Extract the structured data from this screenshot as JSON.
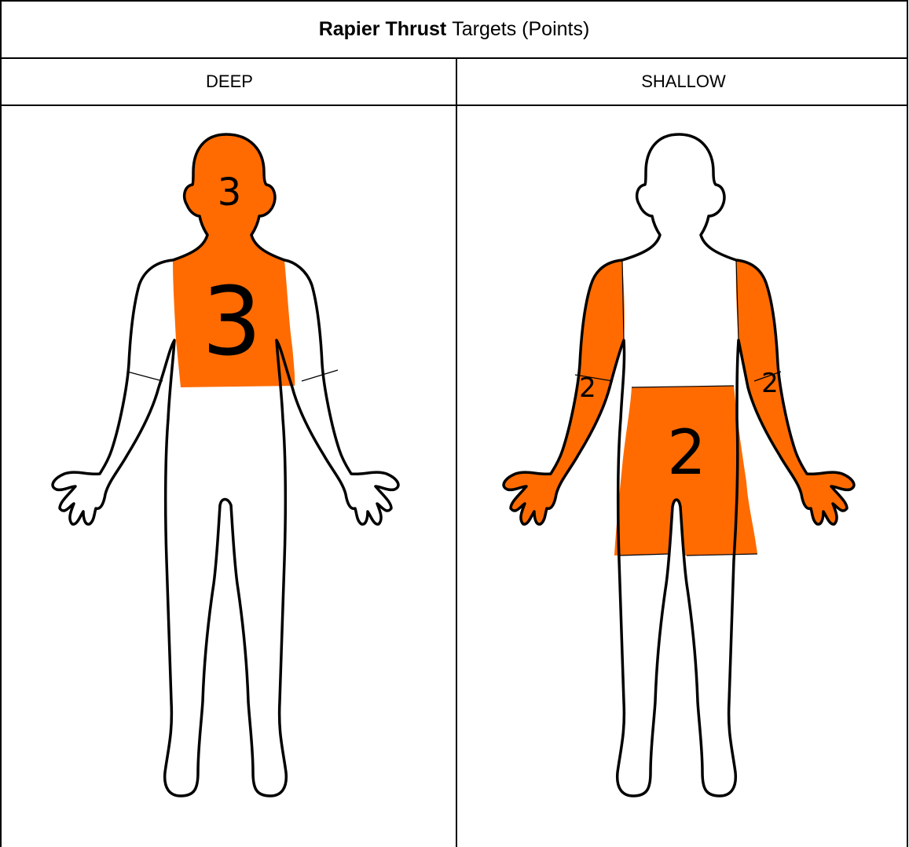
{
  "title": {
    "bold_part": "Rapier Thrust",
    "rest": "Targets (Points)"
  },
  "columns": [
    {
      "label": "DEEP",
      "zones": [
        {
          "name": "head",
          "points": "3"
        },
        {
          "name": "chest",
          "points": "3"
        }
      ]
    },
    {
      "label": "SHALLOW",
      "zones": [
        {
          "name": "right-arm",
          "points": "2"
        },
        {
          "name": "left-arm",
          "points": "2"
        },
        {
          "name": "hips",
          "points": "2"
        }
      ]
    }
  ],
  "colors": {
    "target_fill": "#FF6B00",
    "outline": "#000000",
    "background": "#ffffff"
  }
}
